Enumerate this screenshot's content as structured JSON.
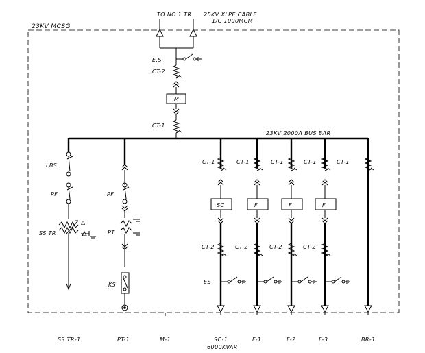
{
  "enclosure": {
    "label": "23KV MCSG"
  },
  "incoming": {
    "to_label": "TO NO.1 TR",
    "cable_line1": "25KV XLPE CABLE",
    "cable_line2": "1/C 1000MCM",
    "es_label": "E.S",
    "ct2_label": "CT-2",
    "meter_label": "M",
    "ct1_label": "CT-1"
  },
  "bus_bar": {
    "label": "23KV 2000A BUS BAR"
  },
  "ss_tr_feeder": {
    "lbs_label": "LBS",
    "pf_label": "PF",
    "ss_tr_label": "SS TR",
    "delta_symbol": "△"
  },
  "pt_feeder": {
    "pf_label": "PF",
    "pt_label": "PT",
    "ks_label": "KS"
  },
  "feeders": [
    {
      "box": "SC",
      "ct1": "CT-1",
      "ct2": "CT-2",
      "es": "ES"
    },
    {
      "box": "F",
      "ct1": "CT-1",
      "ct2": "CT-2",
      "es": ""
    },
    {
      "box": "F",
      "ct1": "CT-1",
      "ct2": "CT-2",
      "es": ""
    },
    {
      "box": "F",
      "ct1": "CT-1",
      "ct2": "CT-2",
      "es": ""
    },
    {
      "box": "",
      "ct1": "CT-1",
      "ct2": "",
      "es": ""
    }
  ],
  "bottom_labels": {
    "ss_tr1": "SS TR-1",
    "pt1": "PT-1",
    "m1": "M-1",
    "sc1": "SC-1",
    "sc1_rating": "6000KVAR",
    "f1": "F-1",
    "f2": "F-2",
    "f3": "F-3",
    "br1": "BR-1"
  }
}
